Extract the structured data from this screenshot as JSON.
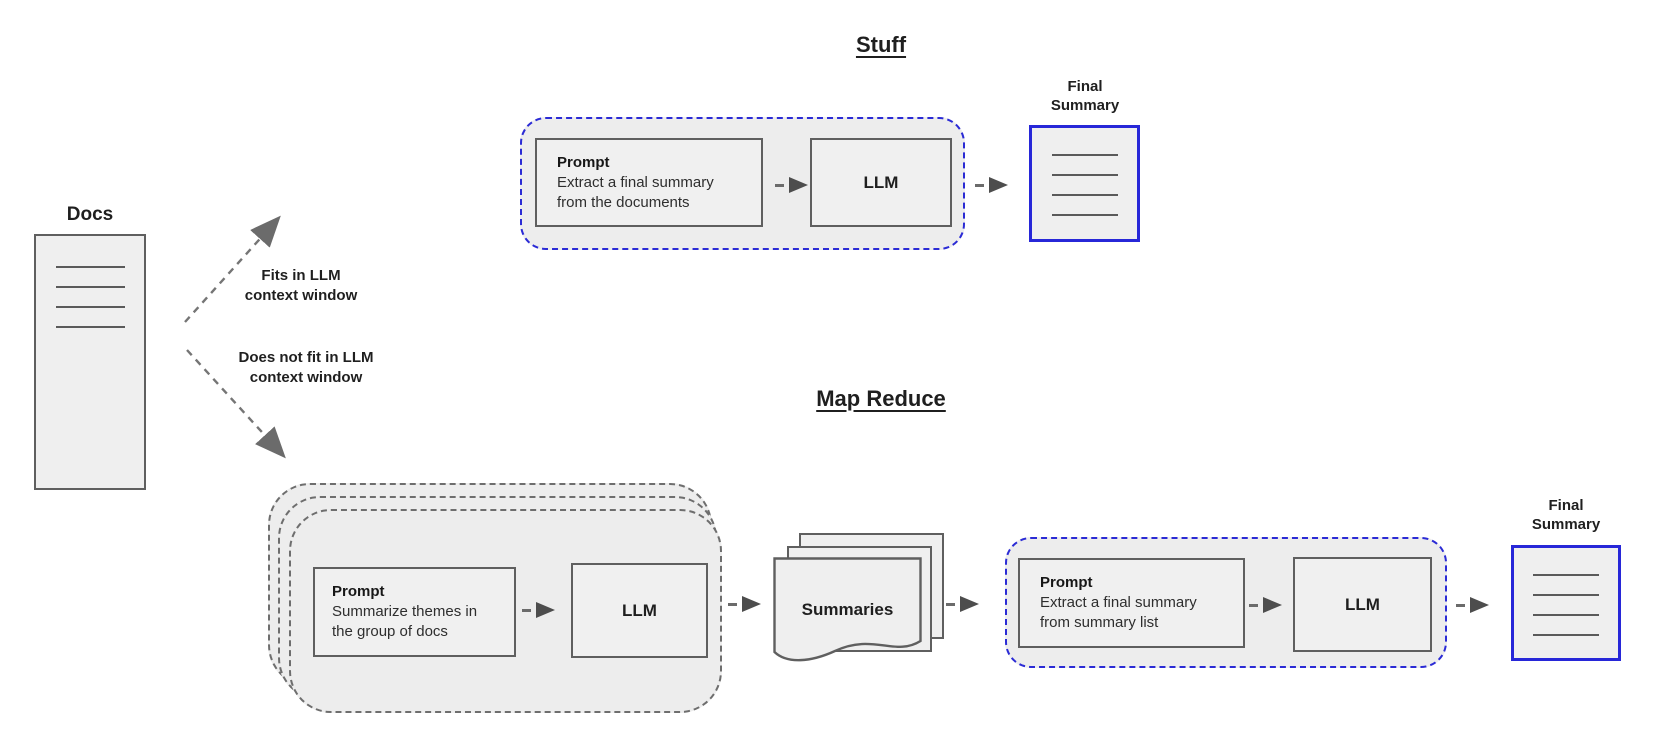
{
  "docs": {
    "label": "Docs"
  },
  "branches": {
    "fits": {
      "line1": "Fits in LLM",
      "line2": "context window"
    },
    "not_fit": {
      "line1": "Does not fit in LLM",
      "line2": "context window"
    }
  },
  "stuff": {
    "title": "Stuff",
    "prompt_heading": "Prompt",
    "prompt_line1": "Extract a final summary",
    "prompt_line2": "from the documents",
    "llm": "LLM",
    "final": {
      "line1": "Final",
      "line2": "Summary"
    }
  },
  "map_reduce": {
    "title": "Map Reduce",
    "map_prompt_heading": "Prompt",
    "map_prompt_line1": "Summarize themes in",
    "map_prompt_line2": "the group of docs",
    "map_llm": "LLM",
    "summaries_label": "Summaries",
    "reduce_prompt_heading": "Prompt",
    "reduce_prompt_line1": "Extract a final summary",
    "reduce_prompt_line2": "from summary list",
    "reduce_llm": "LLM",
    "final": {
      "line1": "Final",
      "line2": "Summary"
    }
  },
  "icons": {
    "docs_document_icon": "gray page with text lines",
    "summaries_pages_icon": "stack of three pages, wavy bottom edge",
    "final_summary_document_icon": "blue-bordered page with text lines",
    "arrow_icon": "dash plus solid triangle"
  },
  "colors": {
    "accent_blue": "#2727d8",
    "dashed_blue": "#2b2bd5",
    "box_border_gray": "#5f5f5f",
    "dashed_gray": "#6e6e6e",
    "container_fill": "#ededed",
    "box_fill": "#f0f0f0",
    "text_dark": "#1f1f1f"
  }
}
